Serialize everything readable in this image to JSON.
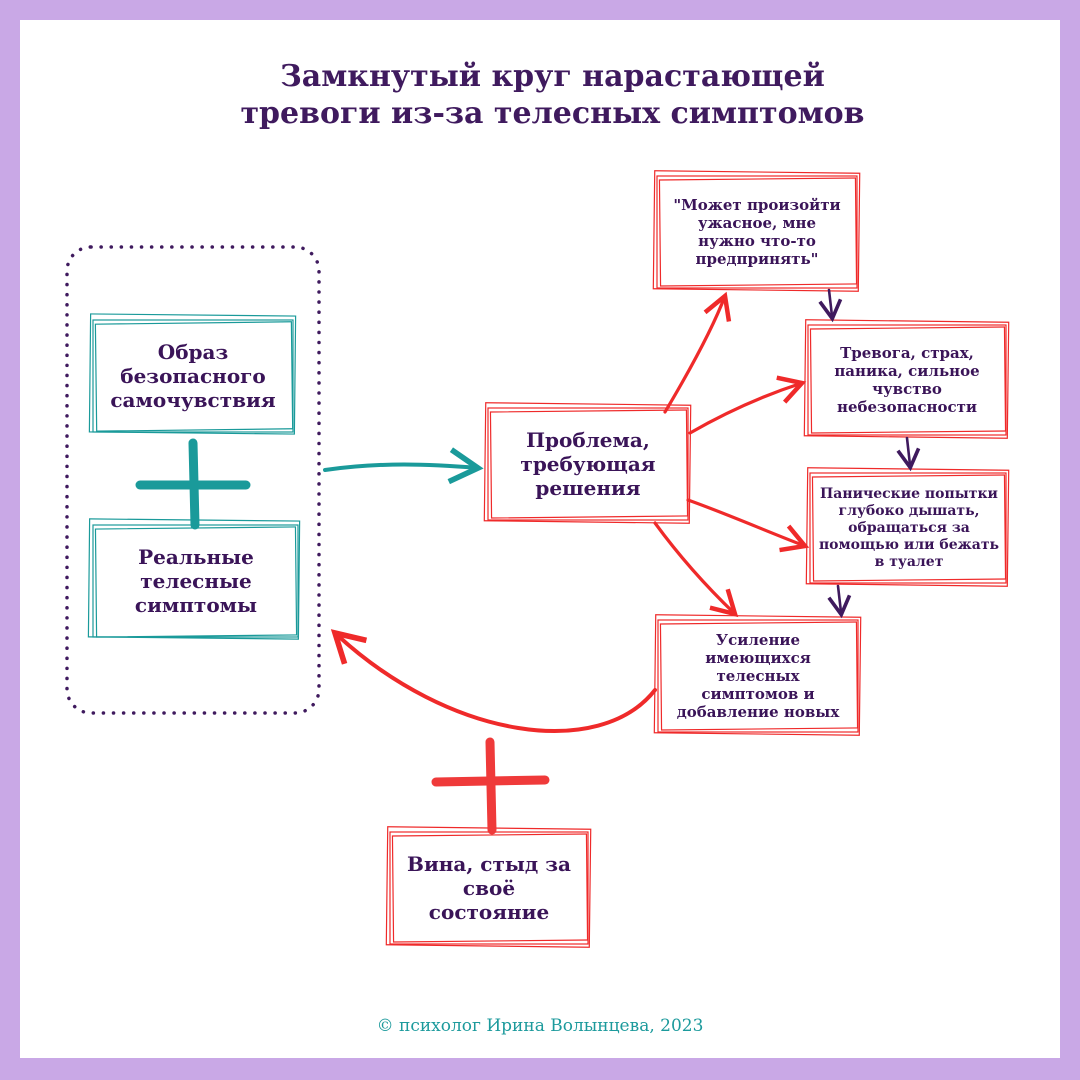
{
  "title": {
    "line1": "Замкнутый круг нарастающей",
    "line2": "тревоги из-за телесных симптомов"
  },
  "nodes": {
    "safe_image": "Образ безопасного самочувствия",
    "real_symptoms": "Реальные телесные симптомы",
    "problem": "Проблема, требующая решения",
    "thought": "\"Может произойти ужасное, мне нужно что-то предпринять\"",
    "anxiety": "Тревога, страх, паника, сильное чувство небезопасности",
    "attempts": "Панические попытки глубоко дышать, обращаться за помощью или бежать в туалет",
    "amplification": "Усиление имеющихся телесных симптомов и добавление новых",
    "guilt": "Вина, стыд за своё состояние"
  },
  "colors": {
    "teal": "#1a9a9a",
    "red": "#ef2a2a",
    "purple": "#3f1a5e",
    "frame": "#c9a8e6"
  },
  "footer": "© психолог Ирина Волынцева, 2023"
}
